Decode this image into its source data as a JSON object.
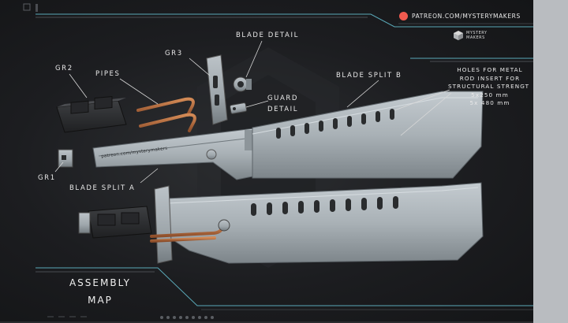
{
  "header": {
    "patreon_url": "PATREON.COM/MYSTERYMAKERS",
    "logo_text": "MYSTERY MAKERS"
  },
  "labels": {
    "blade_detail": "BLADE DETAIL",
    "gr3": "GR3",
    "gr2": "GR2",
    "pipes": "PIPES",
    "guard_detail_line1": "GUARD",
    "guard_detail_line2": "DETAIL",
    "blade_split_b": "BLADE SPLIT B",
    "gr1": "GR1",
    "blade_split_a": "BLADE SPLIT A"
  },
  "holes_note": {
    "line1": "HOLES FOR METAL",
    "line2": "ROD INSERT FOR",
    "line3": "STRUCTURAL STRENGT",
    "line4": "5x250 mm",
    "line5": "5x 480 mm"
  },
  "blade_engraving": "patreon.com/mysterymakers",
  "footer": {
    "title_line1": "ASSEMBLY",
    "title_line2": "MAP"
  },
  "colors": {
    "background": "#1c1d20",
    "accent_cyan": "#5aa9b8",
    "patreon_red": "#f05a4f",
    "blade_steel": "#a9b1b6",
    "copper": "#b86a3c",
    "grip_dark": "#2b2c2e"
  }
}
